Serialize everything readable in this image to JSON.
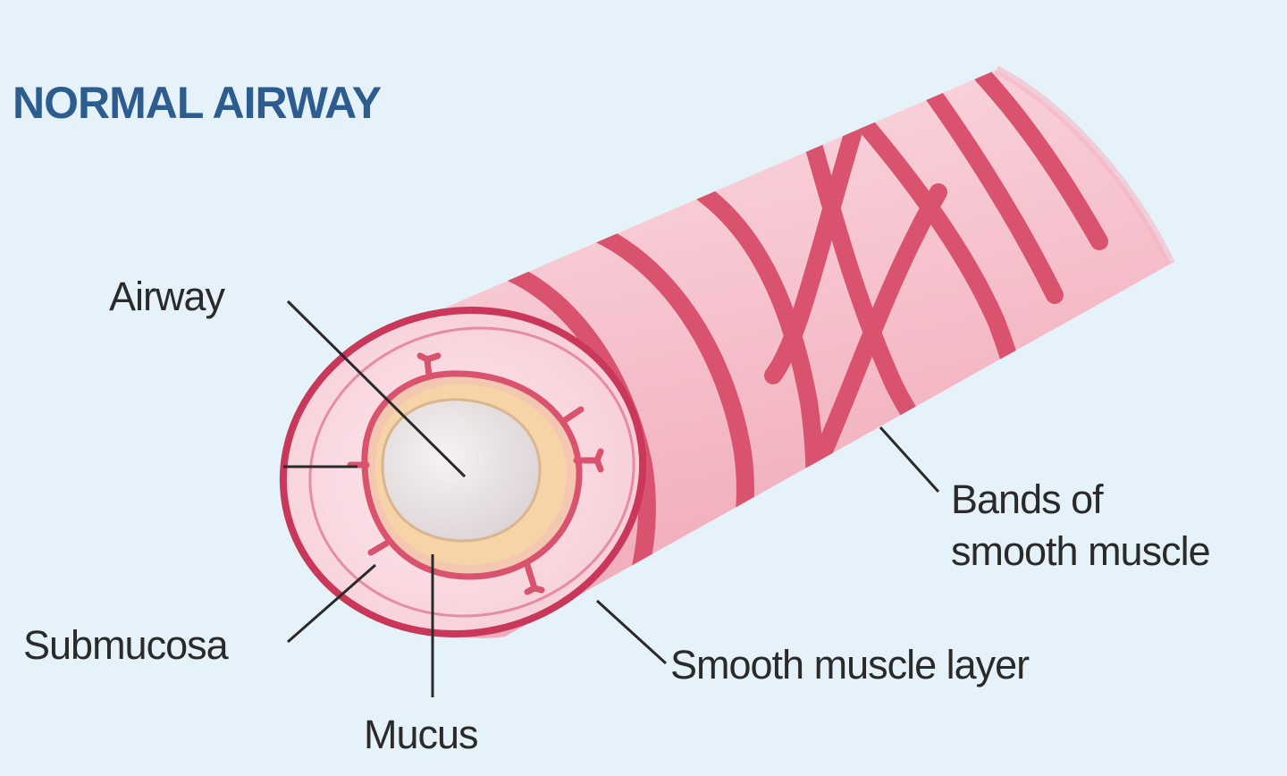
{
  "title": "NORMAL AIRWAY",
  "labels": {
    "airway": "Airway",
    "bands": "Bands of\nsmooth muscle",
    "submucosa": "Submucosa",
    "smooth_layer": "Smooth muscle layer",
    "mucus": "Mucus"
  },
  "colors": {
    "background": "#e6f2f9",
    "title": "#2d5d8f",
    "tissue": "#f8cbd4",
    "muscle_band": "#d9536f",
    "mucus": "#f7d3a8",
    "lumen": "#ece7e8"
  }
}
